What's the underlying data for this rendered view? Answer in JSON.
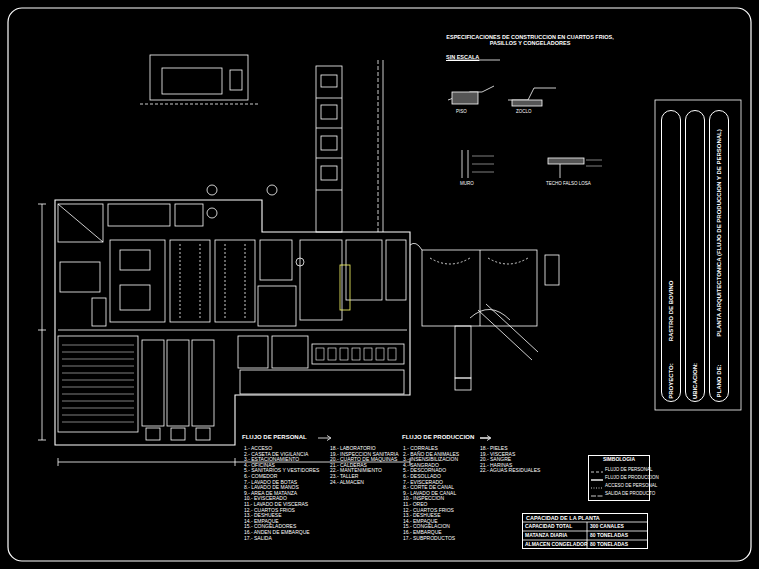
{
  "diagram": {
    "nodes": [
      {
        "text": [
          "PROYECTO:",
          "RASTRO DE BOVINO"
        ]
      },
      {
        "text": [
          "UBICACION:"
        ]
      },
      {
        "text": [
          "PLANO DE:",
          "PLANTA ARQUITECTONICA (FLUJO DE PRODUCCION Y DE PERSONAL)"
        ]
      },
      {
        "text": [
          "CAPACIDAD DE LA PLANTA"
        ]
      },
      {
        "text": [
          "SIMBOLOGIA"
        ]
      }
    ],
    "labels": [
      "ESPECIFICACIONES DE CONSTRUCCION EN CUARTOS FRIOS, PASILLOS Y CONGELADORES",
      "SIN ESCALA",
      "PISO",
      "ZOCLO",
      "MURO",
      "TECHO FALSO LOSA",
      "FLUJO DE PERSONAL",
      "FLUJO DE PRODUCCION",
      "1.- ACCESO",
      "2.- CASETA DE VIGILANCIA",
      "3.- ESTACIONAMIENTO",
      "4.- OFICINAS",
      "5.- SANITARIOS Y VESTIDORES",
      "6.- COMEDOR",
      "7.- LAVADO DE BOTAS",
      "8.- LAVADO DE MANOS",
      "9.- AREA DE MATANZA",
      "10.- EVISCERADO",
      "11.- LAVADO DE VISCERAS",
      "12.- CUARTOS FRIOS",
      "13.- DESHUESE",
      "14.- EMPAQUE",
      "15.- CONGELADORES",
      "16.- ANDEN DE EMBARQUE",
      "17.- SALIDA",
      "18.- LABORATORIO",
      "19.- INSPECCION SANITARIA",
      "20.- CUARTO DE MAQUINAS",
      "21.- CALDERAS",
      "22.- MANTENIMIENTO",
      "23.- TALLER",
      "24.- ALMACEN",
      "1.- CORRALES",
      "2.- BAÑO DE ANIMALES",
      "3.- INSENSIBILIZACION",
      "4.- SANGRADO",
      "5.- DESCORNADO",
      "6.- DESOLLADO",
      "7.- EVISCERADO",
      "8.- CORTE DE CANAL",
      "9.- LAVADO DE CANAL",
      "10.- INSPECCION",
      "11.- OREO",
      "12.- CUARTOS FRIOS",
      "13.- DESHUESE",
      "14.- EMPAQUE",
      "15.- CONGELACION",
      "16.- EMBARQUE",
      "17.- SUBPRODUCTOS",
      "18.- PIELES",
      "19.- VISCERAS",
      "20.- SANGRE",
      "21.- HARINAS",
      "22.- AGUAS RESIDUALES",
      "CAPACIDAD TOTAL",
      "300 CANALES",
      "MATANZA DIARIA",
      "80 TONELADAS",
      "ALMACEN CONGELADOR",
      "80 TONELADAS"
    ],
    "legend": [
      {
        "text": "FLUJO DE PERSONAL"
      },
      {
        "text": "FLUJO DE PRODUCCION"
      },
      {
        "text": "ACCESO DE PERSONAL"
      },
      {
        "text": "SALIDA DE PRODUCTO"
      }
    ]
  }
}
